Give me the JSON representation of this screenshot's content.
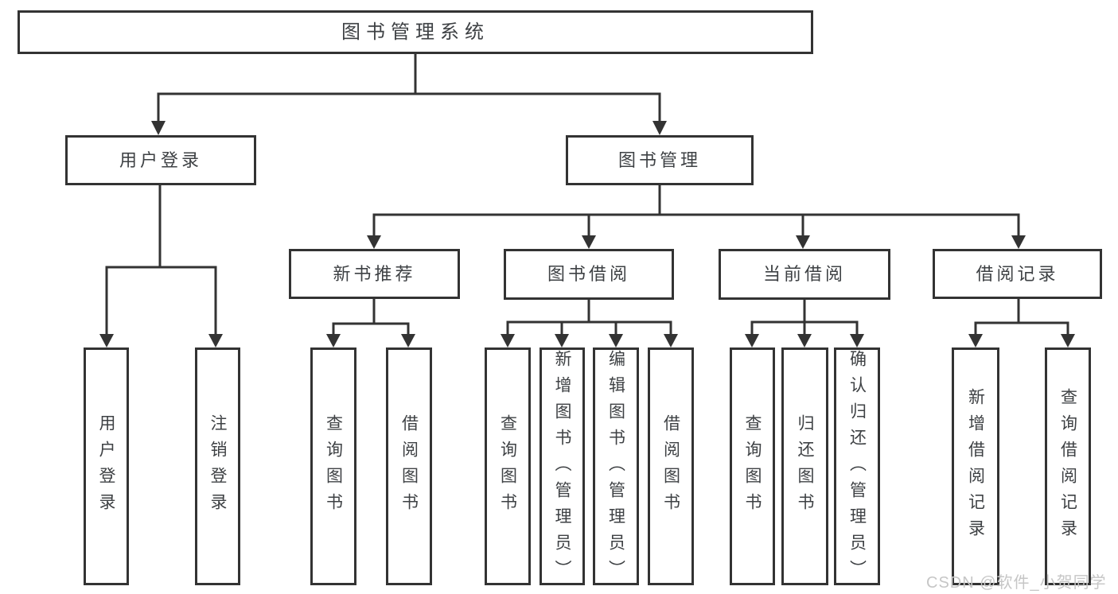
{
  "diagram": {
    "root": {
      "label": "图书管理系统"
    },
    "branches": {
      "user_login": {
        "label": "用户登录"
      },
      "book_management": {
        "label": "图书管理"
      }
    },
    "sections": {
      "new_book_recommend": {
        "label": "新书推荐"
      },
      "book_borrow": {
        "label": "图书借阅"
      },
      "current_borrow": {
        "label": "当前借阅"
      },
      "borrow_records": {
        "label": "借阅记录"
      }
    },
    "leaves": {
      "login": {
        "label": "用户登录"
      },
      "logout": {
        "label": "注销登录"
      },
      "nb_query_books": {
        "label": "查询图书"
      },
      "nb_borrow_books": {
        "label": "借阅图书"
      },
      "bw_query_books": {
        "label": "查询图书"
      },
      "bw_add_books_admin": {
        "label": "新增图书（管理员）"
      },
      "bw_edit_books_admin": {
        "label": "编辑图书（管理员）"
      },
      "bw_borrow_books": {
        "label": "借阅图书"
      },
      "cu_query_books": {
        "label": "查询图书"
      },
      "cu_return_books": {
        "label": "归还图书"
      },
      "cu_confirm_return_admin": {
        "label": "确认归还（管理员）"
      },
      "rc_add_record": {
        "label": "新增借阅记录"
      },
      "rc_query_record": {
        "label": "查询借阅记录"
      }
    },
    "watermark": {
      "text": "CSDN @软件_小贺同学"
    },
    "colors": {
      "line": "#333333",
      "text": "#3e4144",
      "background": "#ffffff",
      "watermark": "#c6c6c6"
    }
  }
}
